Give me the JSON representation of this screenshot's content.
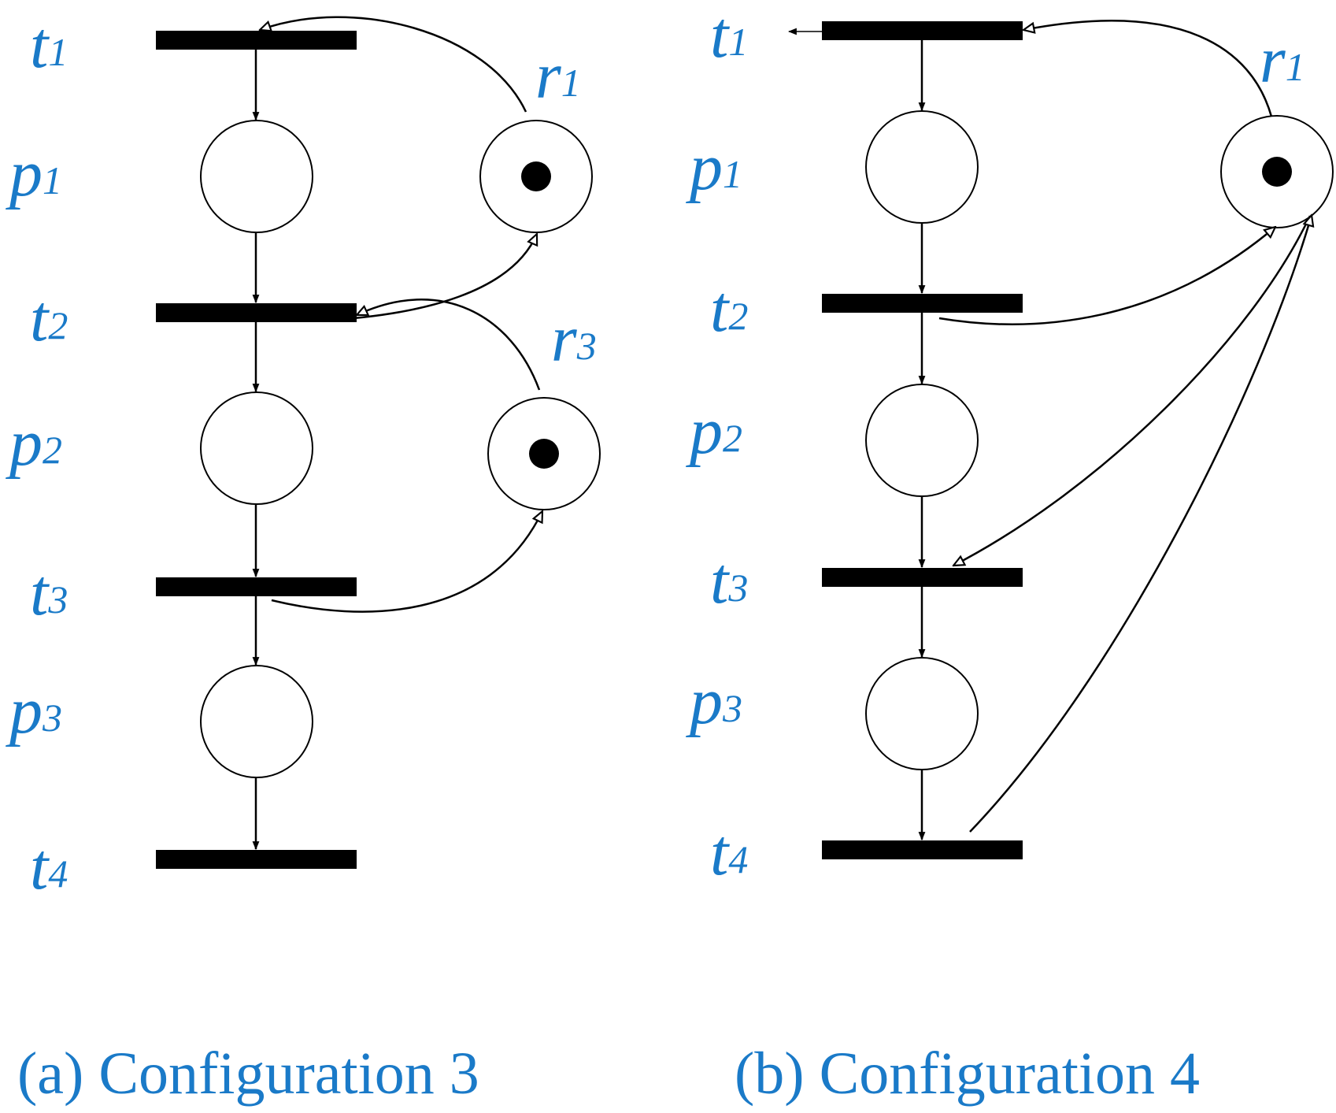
{
  "colors": {
    "label": "#1a7ac8",
    "ink": "#000000",
    "background": "#ffffff"
  },
  "panels": [
    {
      "caption": "(a) Configuration 3",
      "transitions": [
        {
          "base": "t",
          "index": "1"
        },
        {
          "base": "t",
          "index": "2"
        },
        {
          "base": "t",
          "index": "3"
        },
        {
          "base": "t",
          "index": "4"
        }
      ],
      "places": [
        {
          "base": "p",
          "index": "1"
        },
        {
          "base": "p",
          "index": "2"
        },
        {
          "base": "p",
          "index": "3"
        }
      ],
      "resources": [
        {
          "base": "r",
          "index": "1",
          "tokens": 1
        },
        {
          "base": "r",
          "index": "3",
          "tokens": 1
        }
      ]
    },
    {
      "caption": "(b) Configuration 4",
      "transitions": [
        {
          "base": "t",
          "index": "1"
        },
        {
          "base": "t",
          "index": "2"
        },
        {
          "base": "t",
          "index": "3"
        },
        {
          "base": "t",
          "index": "4"
        }
      ],
      "places": [
        {
          "base": "p",
          "index": "1"
        },
        {
          "base": "p",
          "index": "2"
        },
        {
          "base": "p",
          "index": "3"
        }
      ],
      "resources": [
        {
          "base": "r",
          "index": "1",
          "tokens": 1
        }
      ]
    }
  ]
}
